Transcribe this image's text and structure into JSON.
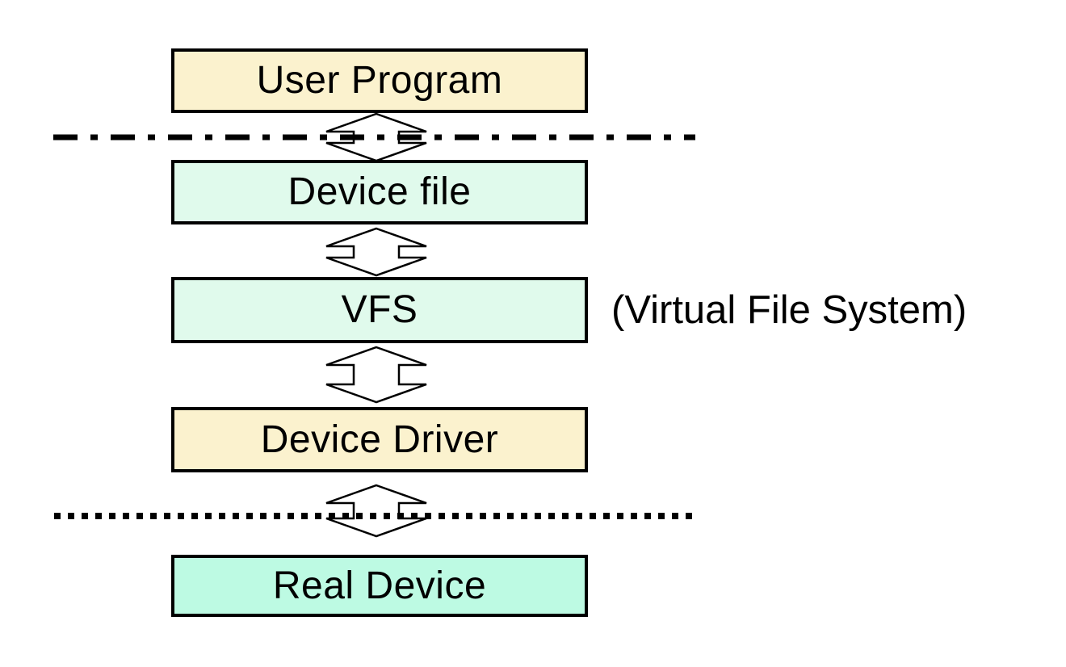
{
  "diagram": {
    "boxes": [
      {
        "id": "user-program",
        "label": "User Program",
        "fill": "#FBF2CE"
      },
      {
        "id": "device-file",
        "label": "Device file",
        "fill": "#E0FAEC"
      },
      {
        "id": "vfs",
        "label": "VFS",
        "fill": "#E0FAEC"
      },
      {
        "id": "device-driver",
        "label": "Device Driver",
        "fill": "#FBF2CE"
      },
      {
        "id": "real-device",
        "label": "Real Device",
        "fill": "#BDFAE3"
      }
    ],
    "side_label": "(Virtual File System)",
    "separators": [
      {
        "id": "upper-boundary",
        "style": "dash-dot"
      },
      {
        "id": "lower-boundary",
        "style": "dotted"
      }
    ],
    "connector_type": "double-headed-arrow",
    "colors": {
      "border": "#000000",
      "line": "#000000",
      "text": "#000000",
      "background": "#FFFFFF"
    }
  }
}
